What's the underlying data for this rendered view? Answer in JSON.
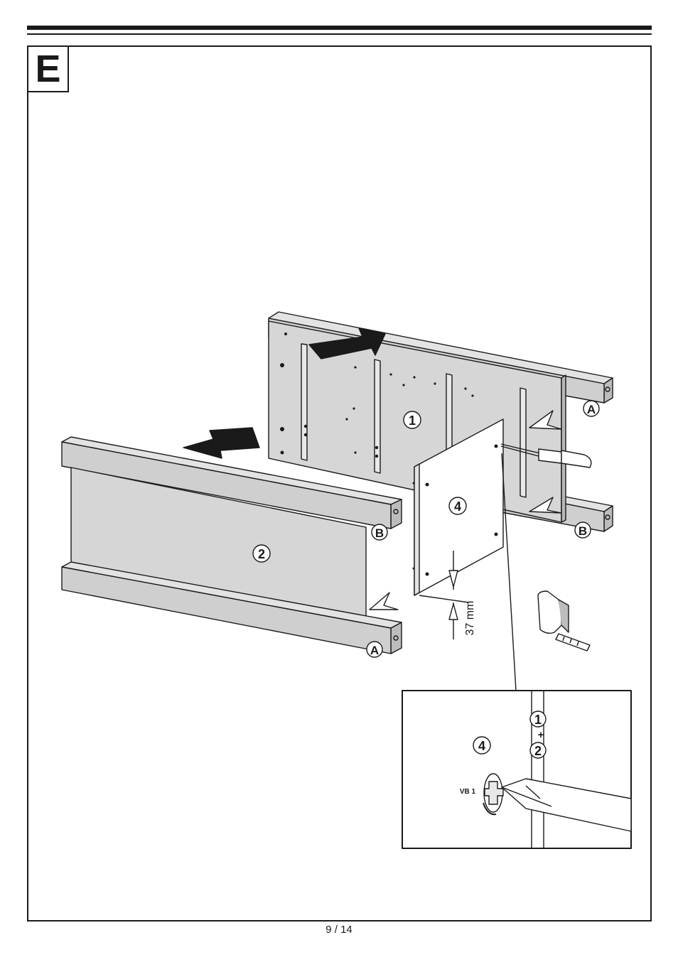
{
  "step": {
    "letter": "E"
  },
  "parts": {
    "p1": "1",
    "p2": "2",
    "p4": "4",
    "callout_a_top": "A",
    "callout_a_bottom": "A",
    "callout_b_left": "B",
    "callout_b_right": "B"
  },
  "measure": {
    "label": "37 mm"
  },
  "detail": {
    "part_top": "1",
    "plus": "+",
    "part_bottom": "2",
    "panel": "4",
    "screw": "VB 1"
  },
  "footer": {
    "page": "9 / 14"
  },
  "colors": {
    "line": "#1a1a1a",
    "panel_fill": "#d6d6d6",
    "rail_fill": "#c8c8c8",
    "board_fill": "#ffffff"
  }
}
